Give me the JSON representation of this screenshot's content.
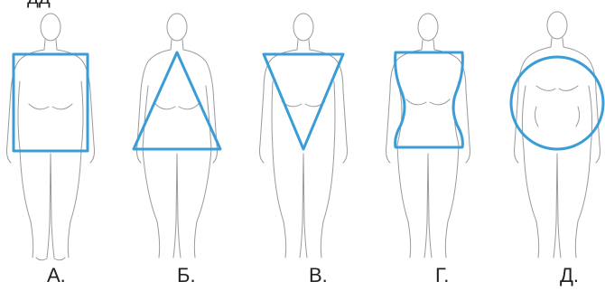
{
  "heading": "дд",
  "accent_color": "#3b9dd6",
  "figures": [
    {
      "label": "А.",
      "shape": "rectangle"
    },
    {
      "label": "Б.",
      "shape": "triangle"
    },
    {
      "label": "В.",
      "shape": "inverted-triangle"
    },
    {
      "label": "Г.",
      "shape": "hourglass"
    },
    {
      "label": "Д.",
      "shape": "circle"
    }
  ]
}
